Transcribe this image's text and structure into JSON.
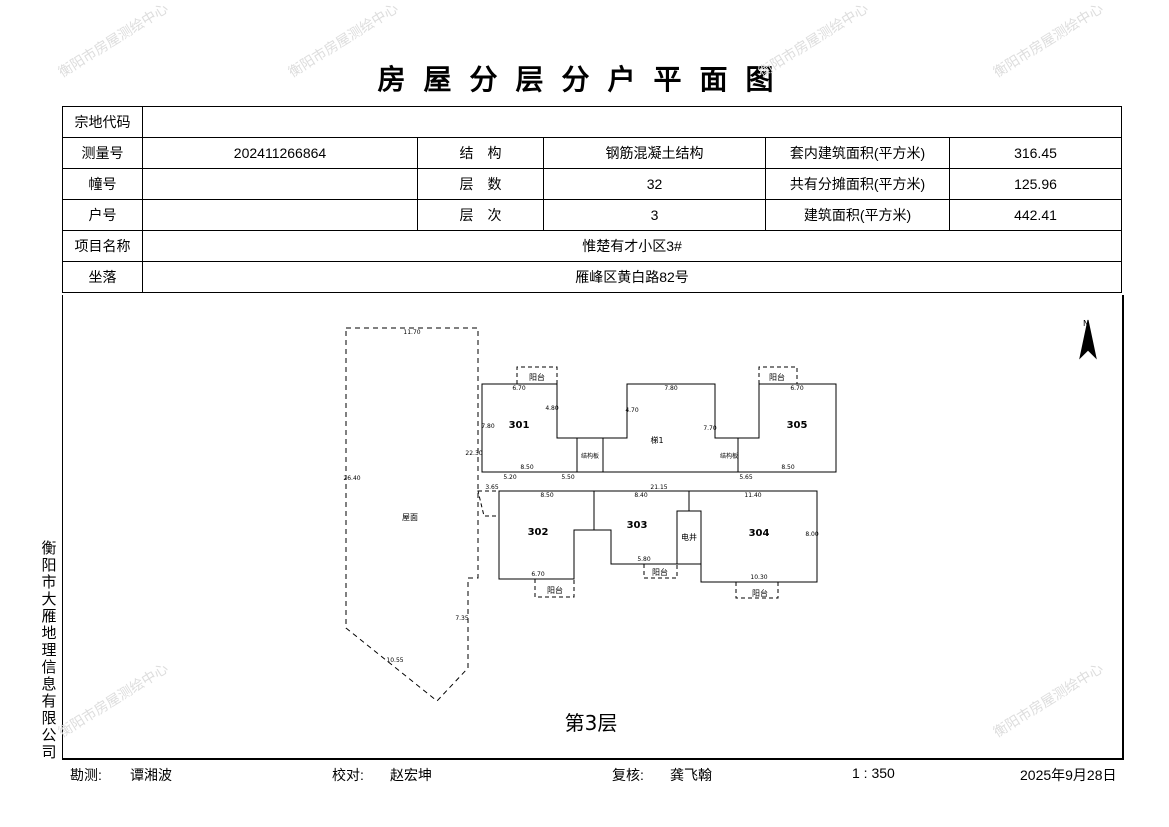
{
  "title": "房屋分层分户平面图",
  "watermark": "衡阳市房屋测绘中心",
  "table": {
    "zongdi_label": "宗地代码",
    "zongdi_value": "",
    "survey_label": "测量号",
    "survey_value": "202411266864",
    "structure_label": "结　构",
    "structure_value": "钢筋混凝土结构",
    "inner_area_label": "套内建筑面积(平方米)",
    "inner_area_value": "316.45",
    "building_label": "幢号",
    "building_value": "",
    "floors_label": "层　数",
    "floors_value": "32",
    "shared_area_label": "共有分摊面积(平方米)",
    "shared_area_value": "125.96",
    "unit_label": "户号",
    "unit_value": "",
    "floor_label": "层　次",
    "floor_value": "3",
    "total_area_label": "建筑面积(平方米)",
    "total_area_value": "442.41",
    "project_label": "项目名称",
    "project_value": "惟楚有才小区3#",
    "location_label": "坐落",
    "location_value": "雁峰区黄白路82号"
  },
  "plan": {
    "floor_title": "第3层",
    "north": "N",
    "rooms": [
      "301",
      "302",
      "303",
      "304",
      "305"
    ],
    "roof": "屋面",
    "stair": "梯1",
    "shaft": "电井",
    "balcony": "阳台",
    "struct_board": "结构板",
    "dims": [
      "11.70",
      "26.40",
      "22.30",
      "7.35",
      "10.55",
      "6.70",
      "7.80",
      "4.80",
      "8.50",
      "7.80",
      "4.70",
      "7.70",
      "6.70",
      "8.50",
      "21.15",
      "8.50",
      "8.40",
      "11.40",
      "6.70",
      "5.80",
      "10.30",
      "8.00",
      "3.65",
      "5.20",
      "5.50",
      "5.65"
    ]
  },
  "side_text": "衡阳市大雁地理信息有限公司",
  "footer": {
    "survey_label": "勘测:",
    "surveyor": "谭湘波",
    "check_label": "校对:",
    "checker": "赵宏坤",
    "review_label": "复核:",
    "reviewer": "龚飞翰",
    "scale": "1 : 350",
    "date": "2025年9月28日"
  }
}
